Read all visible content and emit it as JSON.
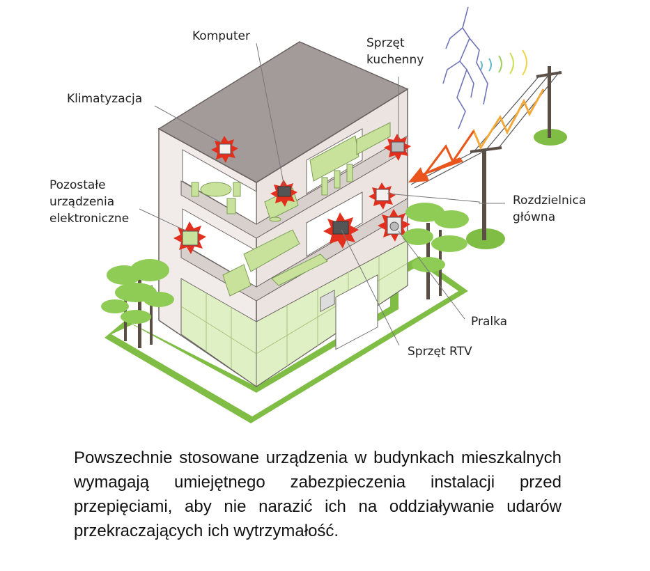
{
  "labels": {
    "computer": "Komputer",
    "kitchen_line1": "Sprzęt",
    "kitchen_line2": "kuchenny",
    "air_conditioning": "Klimatyzacja",
    "other_line1": "Pozostałe",
    "other_line2": "urządzenia",
    "other_line3": "elektroniczne",
    "switchboard_line1": "Rozdzielnica",
    "switchboard_line2": "główna",
    "washing_machine": "Pralka",
    "rtv": "Sprzęt RTV"
  },
  "caption": "Powszechnie stosowane urządzenia w budynkach mieszkalnych wymagają umiejętnego zabezpieczenia instalacji przed przepięciami, aby nie narazić ich na oddziaływanie udarów przekraczających ich wytrzymałość.",
  "colors": {
    "roof": "#a29b9a",
    "wall": "#f1ecea",
    "glass": "#def0c4",
    "furniture": "#c8e29c",
    "lawn": "#7fbd45",
    "surge_burst": "#e3301e",
    "arrow": "#e9551c",
    "surge_wave": "#f3a93a",
    "lightning": "#6f74b6"
  }
}
